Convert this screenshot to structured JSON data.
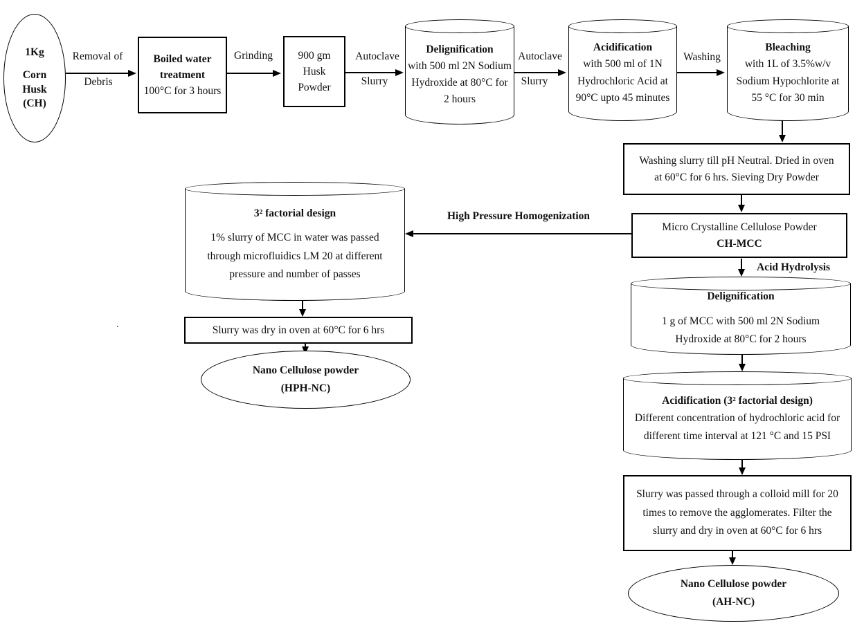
{
  "diagram": {
    "nodes": {
      "corn_husk": {
        "line1": "1Kg",
        "line2": "Corn",
        "line3": "Husk",
        "line4": "(CH)"
      },
      "boiled_water": {
        "title": "Boiled water treatment",
        "body": "100°C for 3 hours"
      },
      "husk_powder": {
        "body": "900 gm Husk Powder"
      },
      "delignification_1": {
        "title": "Delignification",
        "body": "with 500 ml 2N Sodium Hydroxide at 80°C for 2 hours"
      },
      "acidification_1": {
        "title": "Acidification",
        "body": "with 500 ml of 1N Hydrochloric Acid at 90°C upto 45 minutes"
      },
      "bleaching": {
        "title": "Bleaching",
        "body": "with 1L of 3.5%w/v Sodium Hypochlorite at 55 °C for 30 min"
      },
      "washing_drying": {
        "body": "Washing slurry till pH Neutral. Dried in oven at 60°C for 6 hrs. Sieving Dry Powder"
      },
      "mcc": {
        "line1": "Micro Crystalline Cellulose Powder",
        "line2": "CH-MCC"
      },
      "factorial_design": {
        "title": "3² factorial design",
        "body": "1% slurry of MCC in water was passed through microfluidics LM 20 at different pressure and number of passes"
      },
      "slurry_dry": {
        "body": "Slurry was dry in oven at 60°C for 6 hrs"
      },
      "hph_nc": {
        "line1": "Nano Cellulose powder",
        "line2": "(HPH-NC)"
      },
      "delignification_2": {
        "title": "Delignification",
        "body": "1 g of MCC with 500 ml 2N Sodium Hydroxide at 80°C for 2 hours"
      },
      "acidification_2": {
        "title": "Acidification (3² factorial design)",
        "body": "Different concentration of hydrochloric acid for different time interval at 121 °C and 15 PSI"
      },
      "colloid_mill": {
        "body": "Slurry was passed through a colloid mill for 20 times to remove the agglomerates. Filter the slurry and dry in oven at 60°C for 6 hrs"
      },
      "ah_nc": {
        "line1": "Nano Cellulose powder",
        "line2": "(AH-NC)"
      }
    },
    "edges": {
      "removal_of_debris": {
        "line1": "Removal of",
        "line2": "Debris"
      },
      "grinding": {
        "label": "Grinding"
      },
      "autoclave_slurry_1": {
        "line1": "Autoclave",
        "line2": "Slurry"
      },
      "autoclave_slurry_2": {
        "line1": "Autoclave",
        "line2": "Slurry"
      },
      "washing": {
        "label": "Washing"
      },
      "high_pressure_homogenization": {
        "label": "High Pressure Homogenization"
      },
      "acid_hydrolysis": {
        "label": "Acid Hydrolysis"
      }
    },
    "artifacts": {
      "stray_dot": "."
    },
    "colors": {
      "stroke": "#000000",
      "background": "#ffffff",
      "text": "#111111"
    }
  }
}
